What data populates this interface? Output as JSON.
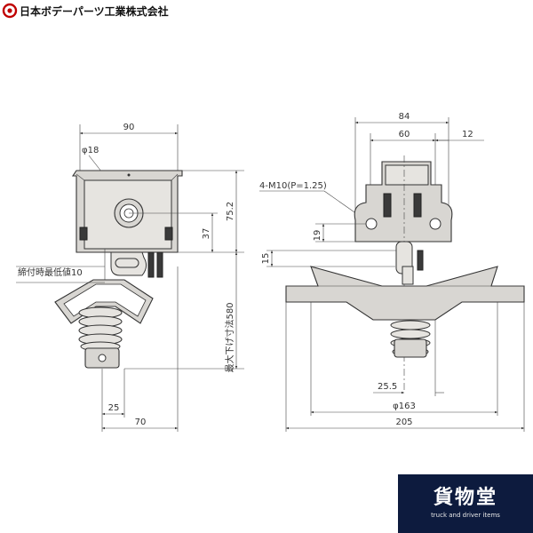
{
  "brand": {
    "maker_name": "日本ボデーパーツ工業株式会社",
    "shop_name": "貨物堂",
    "shop_tagline": "truck and driver items"
  },
  "left_view": {
    "dimensions": {
      "width_top": "90",
      "hole_dia": "φ18",
      "height_75": "75.2",
      "height_37": "37",
      "min_tight": "締付時最低値10",
      "max_hang": "最大下げ寸法580",
      "offset_25": "25",
      "width_70": "70"
    }
  },
  "right_view": {
    "dimensions": {
      "width_84": "84",
      "width_60": "60",
      "width_12": "12",
      "thread": "4-M10(P=1.25)",
      "height_19": "19",
      "height_15": "15",
      "offset_25_5": "25.5",
      "plate_dia": "φ163",
      "width_205": "205"
    }
  }
}
